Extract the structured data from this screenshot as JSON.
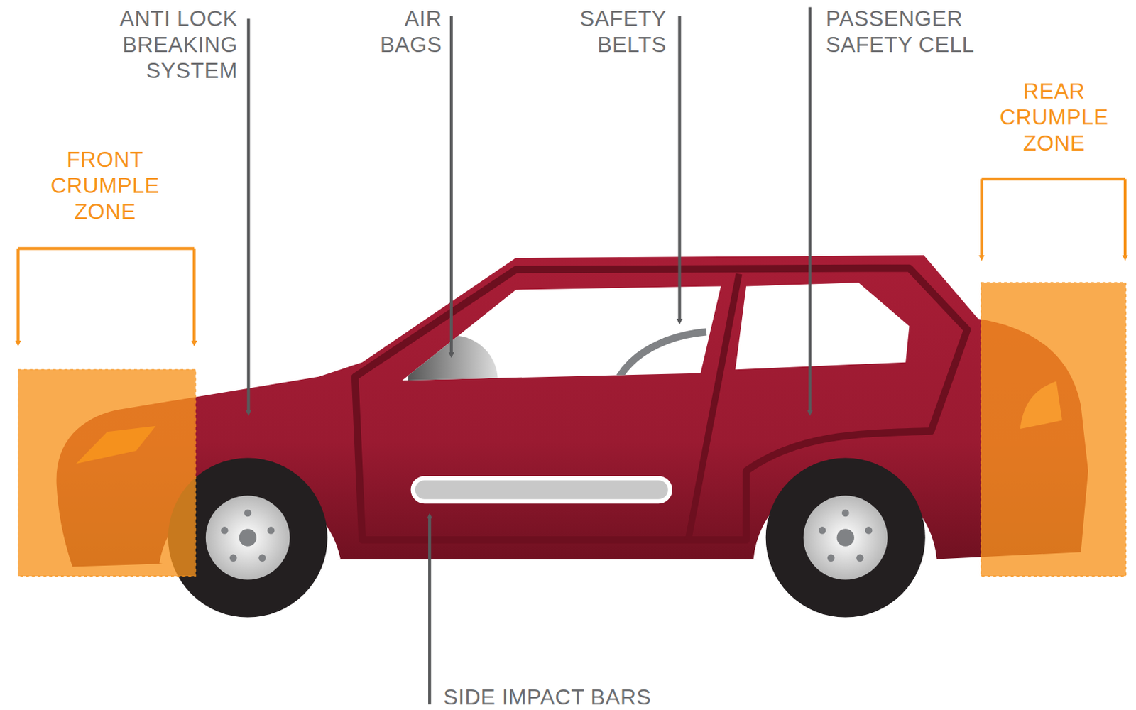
{
  "diagram": {
    "labels": [
      "ANTI LOCK BREAKING SYSTEM",
      "AIR BAGS",
      "SAFETY BELTS",
      "PASSENGER SAFETY CELL",
      "FRONT CRUMPLE ZONE",
      "REAR CRUMPLE ZONE",
      "SIDE IMPACT BARS"
    ]
  }
}
